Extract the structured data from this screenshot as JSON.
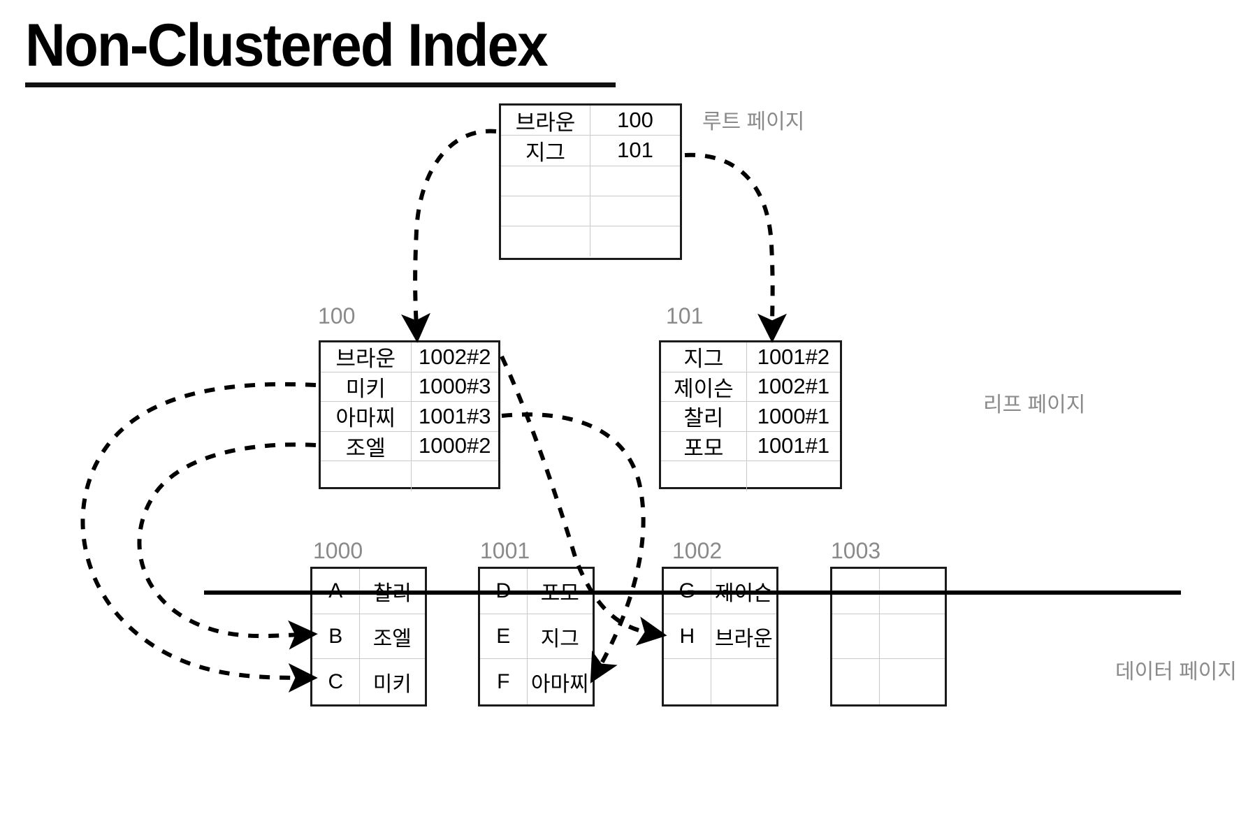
{
  "title": {
    "text": "Non-Clustered Index"
  },
  "labels": {
    "root_page": "루트 페이지",
    "leaf_page": "리프 페이지",
    "data_page": "데이터 페이지"
  },
  "colors": {
    "ink": "#000000",
    "table_border": "#1b1b1b",
    "grid_line": "#c9c9c9",
    "caption_gray": "#8a8a8a",
    "background": "#ffffff"
  },
  "root_page": {
    "rows": [
      {
        "key": "브라운",
        "pointer": "100"
      },
      {
        "key": "지그",
        "pointer": "101"
      },
      {
        "key": "",
        "pointer": ""
      },
      {
        "key": "",
        "pointer": ""
      },
      {
        "key": "",
        "pointer": ""
      }
    ]
  },
  "leaf_pages": [
    {
      "number": "100",
      "rows": [
        {
          "key": "브라운",
          "pointer": "1002#2"
        },
        {
          "key": "미키",
          "pointer": "1000#3"
        },
        {
          "key": "아마찌",
          "pointer": "1001#3"
        },
        {
          "key": "조엘",
          "pointer": "1000#2"
        },
        {
          "key": "",
          "pointer": ""
        }
      ]
    },
    {
      "number": "101",
      "rows": [
        {
          "key": "지그",
          "pointer": "1001#2"
        },
        {
          "key": "제이슨",
          "pointer": "1002#1"
        },
        {
          "key": "찰리",
          "pointer": "1000#1"
        },
        {
          "key": "포모",
          "pointer": "1001#1"
        },
        {
          "key": "",
          "pointer": ""
        }
      ]
    }
  ],
  "data_pages": [
    {
      "number": "1000",
      "rows": [
        {
          "slot": "A",
          "name": "찰리"
        },
        {
          "slot": "B",
          "name": "조엘"
        },
        {
          "slot": "C",
          "name": "미키"
        }
      ]
    },
    {
      "number": "1001",
      "rows": [
        {
          "slot": "D",
          "name": "포모"
        },
        {
          "slot": "E",
          "name": "지그"
        },
        {
          "slot": "F",
          "name": "아마찌"
        }
      ]
    },
    {
      "number": "1002",
      "rows": [
        {
          "slot": "G",
          "name": "제이슨"
        },
        {
          "slot": "H",
          "name": "브라운"
        },
        {
          "slot": "",
          "name": ""
        }
      ]
    },
    {
      "number": "1003",
      "rows": [
        {
          "slot": "",
          "name": ""
        },
        {
          "slot": "",
          "name": ""
        },
        {
          "slot": "",
          "name": ""
        }
      ]
    }
  ]
}
